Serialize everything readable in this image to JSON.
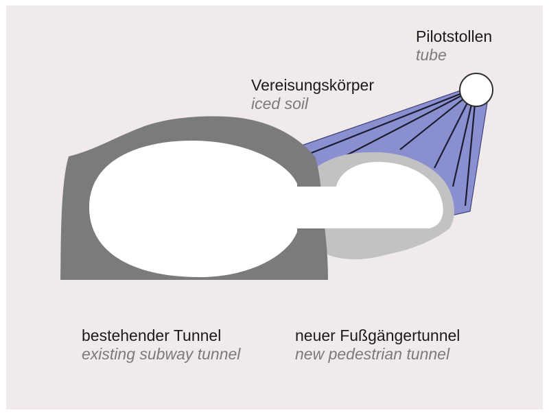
{
  "colors": {
    "background": "#f0ebea",
    "existing_tunnel": "#7b7b7d",
    "new_tunnel": "#c2c2c4",
    "iced_soil": "#8a8fd0",
    "cavity": "#ffffff"
  },
  "labels": {
    "pilot_tube": {
      "de": "Pilotstollen",
      "en": "tube"
    },
    "iced_soil": {
      "de": "Vereisungskörper",
      "en": "iced soil"
    },
    "existing_tunnel": {
      "de": "bestehender Tunnel",
      "en": "existing subway tunnel"
    },
    "new_tunnel": {
      "de": "neuer Fußgängertunnel",
      "en": "new pedestrian tunnel"
    }
  }
}
